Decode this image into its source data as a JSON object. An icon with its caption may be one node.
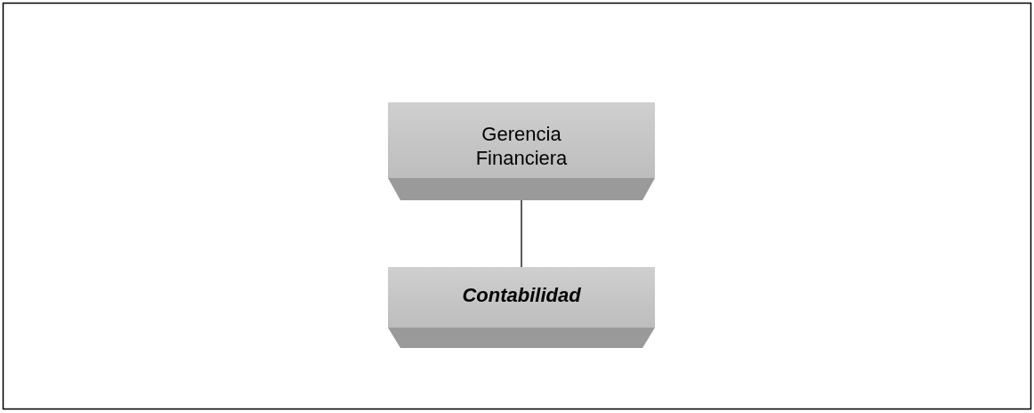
{
  "diagram": {
    "nodes": [
      {
        "text": [
          "Gerencia Financiera"
        ]
      },
      {
        "text": [
          "Contabilidad"
        ]
      }
    ],
    "edges": [
      {
        "from": 0,
        "to": 1,
        "arrow": "none"
      }
    ]
  }
}
